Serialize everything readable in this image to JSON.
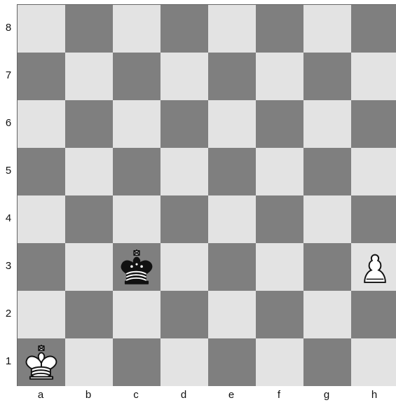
{
  "board": {
    "ranks": [
      "8",
      "7",
      "6",
      "5",
      "4",
      "3",
      "2",
      "1"
    ],
    "files": [
      "a",
      "b",
      "c",
      "d",
      "e",
      "f",
      "g",
      "h"
    ],
    "pieces": [
      {
        "square": "c3",
        "type": "king",
        "color": "black",
        "icon": "black-king-icon"
      },
      {
        "square": "h3",
        "type": "pawn",
        "color": "white",
        "icon": "white-pawn-icon"
      },
      {
        "square": "a1",
        "type": "king",
        "color": "white",
        "icon": "white-king-icon"
      }
    ],
    "colors": {
      "light_square": "#e3e3e3",
      "dark_square": "#7f7f7f"
    }
  }
}
